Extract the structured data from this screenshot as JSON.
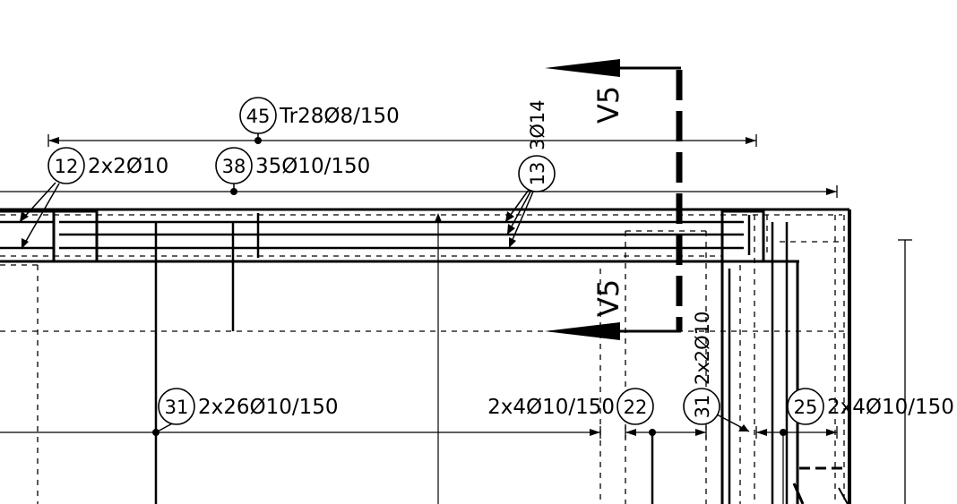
{
  "section_mark": {
    "label": "V5"
  },
  "markers": [
    {
      "id": "marker-45",
      "number": "45",
      "text": "Tr28Ø8/150"
    },
    {
      "id": "marker-12",
      "number": "12",
      "text": "2x2Ø10"
    },
    {
      "id": "marker-38",
      "number": "38",
      "text": "35Ø10/150"
    },
    {
      "id": "marker-13",
      "number": "13",
      "text": "3Ø14"
    },
    {
      "id": "marker-31a",
      "number": "31",
      "text": "2x26Ø10/150"
    },
    {
      "id": "marker-22",
      "number": "22",
      "text": "2x4Ø10/150"
    },
    {
      "id": "marker-31b",
      "number": "31",
      "text": "2x2Ø10"
    },
    {
      "id": "marker-25",
      "number": "25",
      "text": "2x4Ø10/150"
    }
  ]
}
